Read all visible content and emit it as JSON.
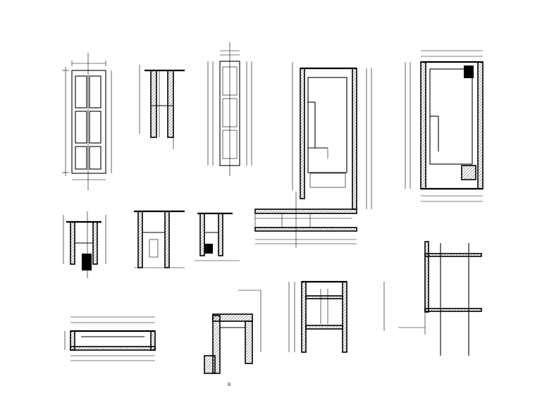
{
  "drawing": {
    "caption_symbol": "①",
    "caption_scale": "",
    "views": [
      {
        "id": "v1",
        "title": ""
      },
      {
        "id": "v2",
        "title": ""
      },
      {
        "id": "v3",
        "title": ""
      },
      {
        "id": "v4",
        "title": ""
      },
      {
        "id": "v5",
        "title": ""
      },
      {
        "id": "v6",
        "title": ""
      },
      {
        "id": "v7",
        "title": ""
      },
      {
        "id": "v8",
        "title": ""
      },
      {
        "id": "v9",
        "title": ""
      },
      {
        "id": "v10",
        "title": ""
      },
      {
        "id": "v11",
        "title": ""
      },
      {
        "id": "v12",
        "title": ""
      },
      {
        "id": "v13",
        "title": ""
      }
    ]
  }
}
